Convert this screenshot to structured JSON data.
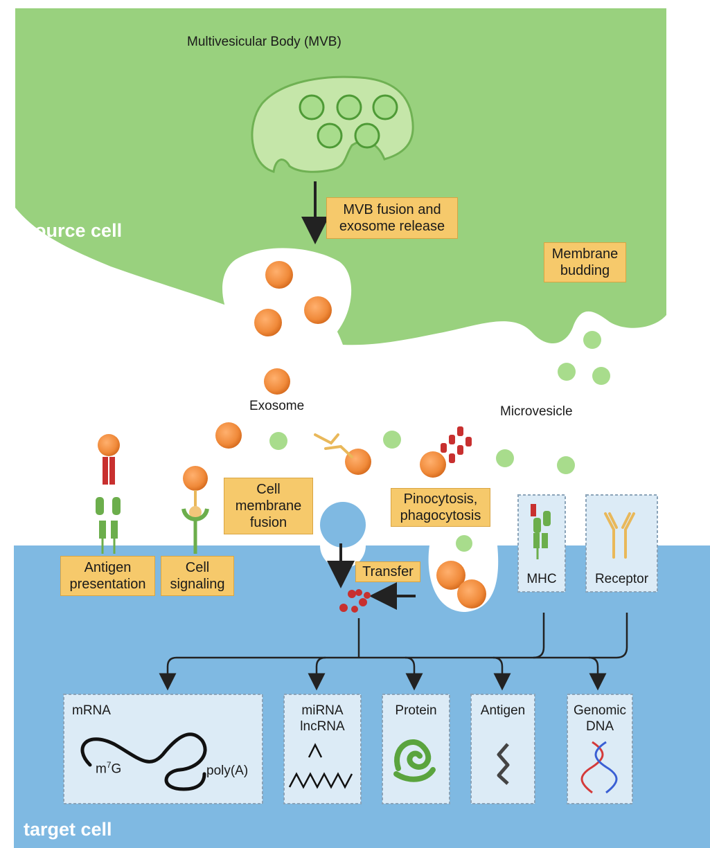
{
  "cells": {
    "source": "source cell",
    "target": "target cell"
  },
  "labels": {
    "mvb": "Multivesicular Body (MVB)",
    "exosome": "Exosome",
    "microvesicle": "Microvesicle"
  },
  "process_tags": {
    "mvb_fusion": [
      "MVB fusion and",
      "exosome release"
    ],
    "membrane_budding": [
      "Membrane",
      "budding"
    ],
    "cell_membrane_fusion": [
      "Cell",
      "membrane",
      "fusion"
    ],
    "pinocytosis": [
      "Pinocytosis,",
      "phagocytosis"
    ],
    "antigen_presentation": [
      "Antigen",
      "presentation"
    ],
    "cell_signaling": [
      "Cell",
      "signaling"
    ],
    "transfer": "Transfer"
  },
  "membrane_boxes": {
    "mhc": "MHC",
    "receptor": "Receptor"
  },
  "cargo": {
    "mrna": {
      "title": "mRNA",
      "cap": "m",
      "cap_sup": "7",
      "cap_end": "G",
      "tail": "poly(A)"
    },
    "mirna": [
      "miRNA",
      "lncRNA"
    ],
    "protein": "Protein",
    "antigen": "Antigen",
    "dna": [
      "Genomic",
      "DNA"
    ]
  },
  "colors": {
    "source_cell": "#99d17e",
    "target_cell": "#7fb9e2",
    "exosome": "#f08a3a",
    "microvesicle": "#a8dc8c",
    "tag_fill": "#f6c96b",
    "cargo_box": "#dcebf6"
  }
}
